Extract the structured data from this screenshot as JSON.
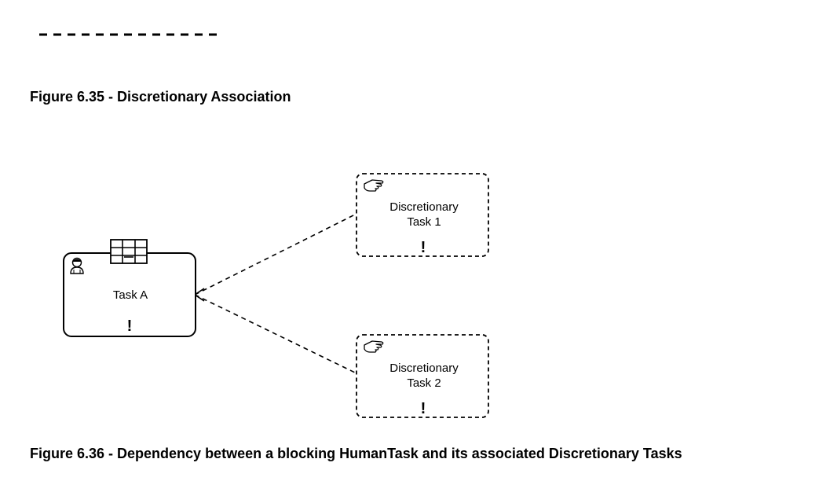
{
  "legend": {
    "connector_style": "dashed"
  },
  "figures": [
    {
      "caption": "Figure 6.35 - Discretionary Association"
    },
    {
      "caption": "Figure 6.36 - Dependency between a blocking HumanTask and its associated Discretionary Tasks"
    }
  ],
  "diagram": {
    "task_a": {
      "label": "Task A",
      "marker": "!",
      "type_icon": "human-task-icon",
      "decorator_icon": "planning-table-icon"
    },
    "discretionary_tasks": [
      {
        "line1": "Discretionary",
        "line2": "Task 1",
        "marker": "!",
        "type_icon": "manual-hand-icon"
      },
      {
        "line1": "Discretionary",
        "line2": "Task 2",
        "marker": "!",
        "type_icon": "manual-hand-icon"
      }
    ]
  }
}
